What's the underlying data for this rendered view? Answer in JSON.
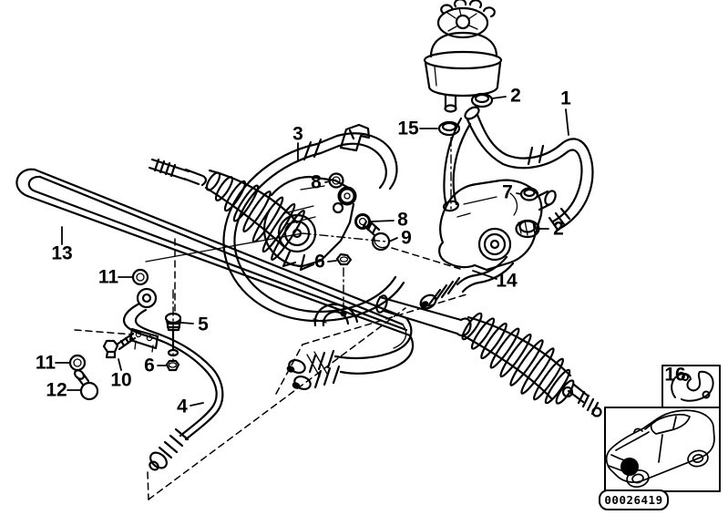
{
  "colors": {
    "line": "#000000",
    "bg": "#ffffff"
  },
  "callouts": [
    {
      "label": "2"
    },
    {
      "label": "1"
    },
    {
      "label": "15"
    },
    {
      "label": "3"
    },
    {
      "label": "8"
    },
    {
      "label": "8"
    },
    {
      "label": "9"
    },
    {
      "label": "6"
    },
    {
      "label": "7"
    },
    {
      "label": "2"
    },
    {
      "label": "14"
    },
    {
      "label": "13"
    },
    {
      "label": "11"
    },
    {
      "label": "5"
    },
    {
      "label": "11"
    },
    {
      "label": "12"
    },
    {
      "label": "10"
    },
    {
      "label": "6"
    },
    {
      "label": "4"
    },
    {
      "label": "16"
    }
  ],
  "stamp": {
    "text": "00026419"
  }
}
